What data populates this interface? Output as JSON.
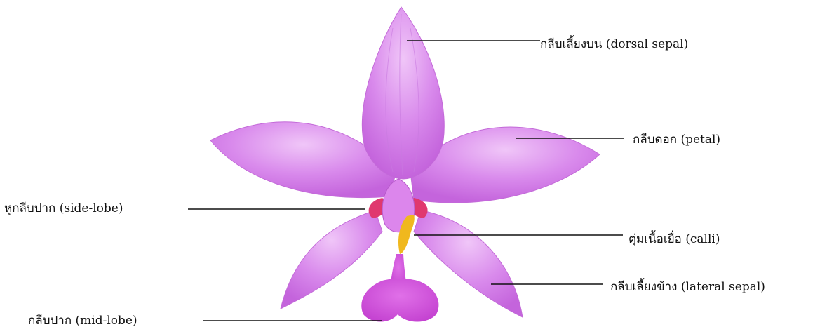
{
  "labels": {
    "dorsal_sepal": "กลีบเลี้ยงบน (dorsal sepal)",
    "petal": "กลีบดอก (petal)",
    "side_lobe": "หูกลีบปาก (side-lobe)",
    "calli": "ตุ่มเนื้อเยื่อ (calli)",
    "lateral_sepal": "กลีบเลี้ยงข้าง (lateral sepal)",
    "mid_lobe": "กลีบปาก (mid-lobe)"
  },
  "colors": {
    "flower": "#d67ee8",
    "flower_dark": "#b94fd0",
    "lip": "#d24fd8",
    "side_lobe": "#e0386f",
    "calli": "#f0b81e",
    "leader_line": "#111111"
  }
}
